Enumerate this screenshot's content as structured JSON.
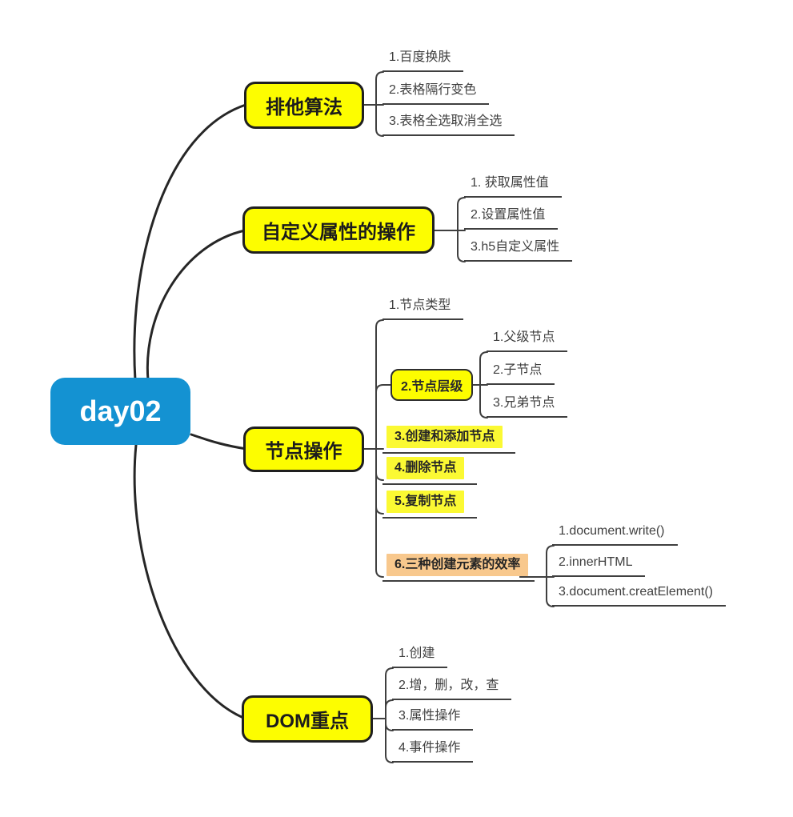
{
  "root": {
    "label": "day02"
  },
  "branches": [
    {
      "label": "排他算法",
      "children": [
        {
          "label": "1.百度换肤"
        },
        {
          "label": "2.表格隔行变色"
        },
        {
          "label": "3.表格全选取消全选"
        }
      ]
    },
    {
      "label": "自定义属性的操作",
      "children": [
        {
          "label": "1. 获取属性值"
        },
        {
          "label": "2.设置属性值"
        },
        {
          "label": "3.h5自定义属性"
        }
      ]
    },
    {
      "label": "节点操作",
      "children": [
        {
          "label": "1.节点类型"
        },
        {
          "label": "2.节点层级",
          "children": [
            {
              "label": "1.父级节点"
            },
            {
              "label": "2.子节点"
            },
            {
              "label": "3.兄弟节点"
            }
          ]
        },
        {
          "label": "3.创建和添加节点"
        },
        {
          "label": "4.删除节点"
        },
        {
          "label": "5.复制节点"
        },
        {
          "label": "6.三种创建元素的效率",
          "children": [
            {
              "label": "1.document.write()"
            },
            {
              "label": "2.innerHTML"
            },
            {
              "label": "3.document.creatElement()"
            }
          ]
        }
      ]
    },
    {
      "label": "DOM重点",
      "children": [
        {
          "label": "1.创建"
        },
        {
          "label": "2.增，删，改，查"
        },
        {
          "label": "3.属性操作"
        },
        {
          "label": "4.事件操作"
        }
      ]
    }
  ],
  "colors": {
    "root_bg": "#1492d2",
    "topic_bg": "#fdfd00",
    "highlight_yellow": "#fbf933",
    "highlight_orange": "#f8c88d",
    "line": "#3f3f3f"
  }
}
